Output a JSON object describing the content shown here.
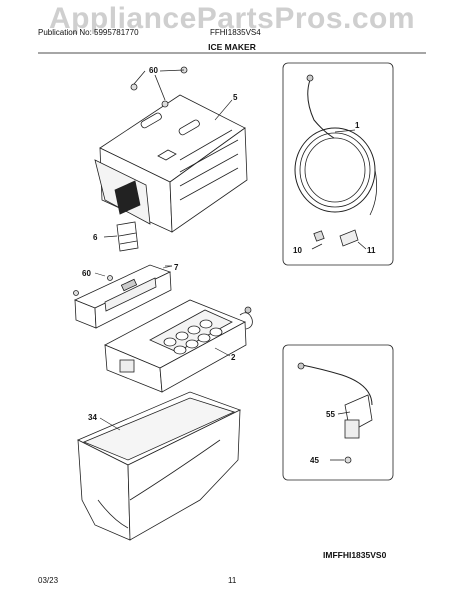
{
  "header": {
    "watermark": "AppliancePartsPros.com",
    "publication": "Publication No: 5995781770",
    "model": "FFHI1835VS4",
    "title": "ICE MAKER"
  },
  "footer": {
    "diagram_ref": "IMFFHI1835VS0",
    "date": "03/23",
    "page_number": "11"
  },
  "callouts": {
    "c60_top": "60",
    "c5": "5",
    "c1": "1",
    "c6": "6",
    "c10": "10",
    "c11": "11",
    "c60_mid": "60",
    "c7": "7",
    "c2": "2",
    "c34": "34",
    "c55": "55",
    "c45": "45"
  }
}
